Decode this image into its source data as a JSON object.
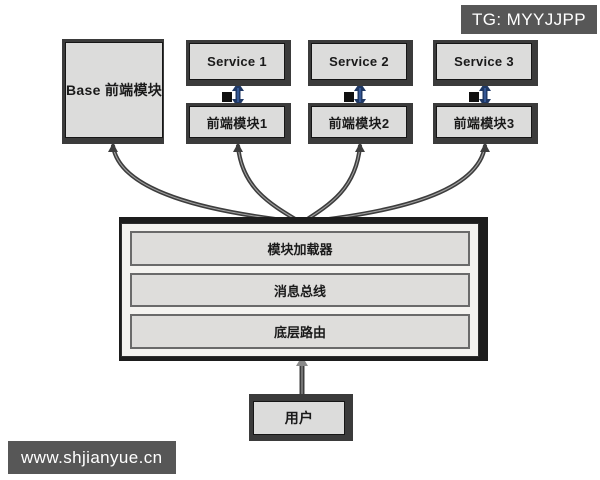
{
  "header": {
    "tg_badge": "TG: MYYJJPP"
  },
  "footer": {
    "watermark": "www.shjianyue.cn"
  },
  "diagram": {
    "base_module": {
      "label": "Base 前端模块"
    },
    "services": [
      {
        "label": "Service 1"
      },
      {
        "label": "Service 2"
      },
      {
        "label": "Service 3"
      }
    ],
    "frontend_modules": [
      {
        "label": "前端模块1"
      },
      {
        "label": "前端模块2"
      },
      {
        "label": "前端模块3"
      }
    ],
    "core_stack": {
      "layers": [
        {
          "label": "模块加载器"
        },
        {
          "label": "消息总线"
        },
        {
          "label": "底层路由"
        }
      ]
    },
    "user": {
      "label": "用户"
    }
  },
  "colors": {
    "arrow_blue_dark": "#1f3864",
    "arrow_blue_core": "#3a5fa0",
    "connector_gray": "#3d3d3d",
    "connector_core": "#a0a0a0",
    "box_fill": "#dcdcdb",
    "box_frame": "#3b3b3b",
    "panel_fill": "#f4f3f0",
    "row_fill": "#dedddb",
    "row_border": "#6a6a6a",
    "badge_bg": "#575757",
    "badge_text": "#ffffff"
  }
}
